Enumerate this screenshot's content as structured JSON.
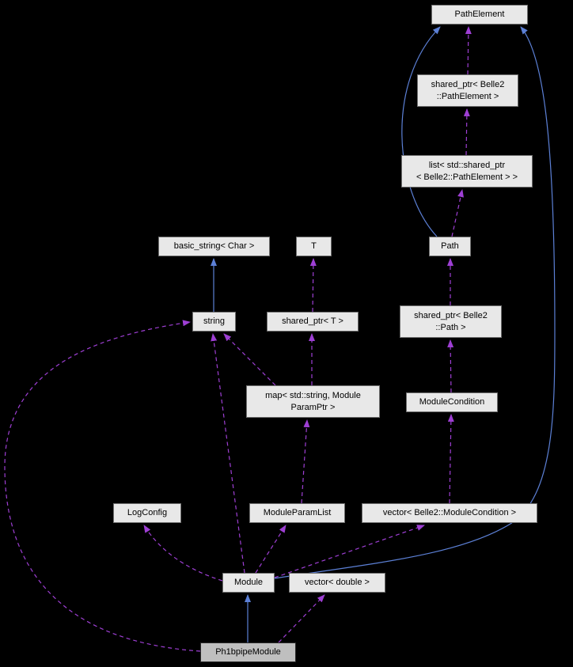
{
  "diagram": {
    "type": "collaboration-graph",
    "colors": {
      "background": "#000000",
      "node_fill": "#e8e8e8",
      "node_fill_highlight": "#bfbfbf",
      "node_border": "#6e6e6e",
      "node_border_highlight": "#2a2a2a",
      "edge_uses": "#9e3fd4",
      "edge_inherits": "#5c80d6"
    },
    "nodes": {
      "pathelement": {
        "label": "PathElement"
      },
      "sptr_pathelement": {
        "label": "shared_ptr< Belle2\n::PathElement >"
      },
      "list_pathelement": {
        "label": "list< std::shared_ptr\n< Belle2::PathElement > >"
      },
      "path": {
        "label": "Path"
      },
      "basic_string": {
        "label": "basic_string< Char >"
      },
      "t": {
        "label": "T"
      },
      "string": {
        "label": "string"
      },
      "sptr_t": {
        "label": "shared_ptr< T >"
      },
      "sptr_path": {
        "label": "shared_ptr< Belle2\n::Path >"
      },
      "map_param": {
        "label": "map< std::string, Module\nParamPtr >"
      },
      "modulecondition": {
        "label": "ModuleCondition"
      },
      "logconfig": {
        "label": "LogConfig"
      },
      "moduleparamlist": {
        "label": "ModuleParamList"
      },
      "vector_condition": {
        "label": "vector< Belle2::ModuleCondition >"
      },
      "module": {
        "label": "Module"
      },
      "vector_double": {
        "label": "vector< double >"
      },
      "ph1bpipemodule": {
        "label": "Ph1bpipeModule"
      }
    },
    "edges": [
      {
        "from": "sptr_pathelement",
        "to": "pathelement",
        "kind": "uses"
      },
      {
        "from": "list_pathelement",
        "to": "sptr_pathelement",
        "kind": "uses"
      },
      {
        "from": "path",
        "to": "list_pathelement",
        "kind": "uses"
      },
      {
        "from": "sptr_path",
        "to": "path",
        "kind": "uses"
      },
      {
        "from": "modulecondition",
        "to": "sptr_path",
        "kind": "uses"
      },
      {
        "from": "vector_condition",
        "to": "modulecondition",
        "kind": "uses"
      },
      {
        "from": "sptr_t",
        "to": "t",
        "kind": "uses"
      },
      {
        "from": "map_param",
        "to": "sptr_t",
        "kind": "uses"
      },
      {
        "from": "map_param",
        "to": "string",
        "kind": "uses"
      },
      {
        "from": "moduleparamlist",
        "to": "map_param",
        "kind": "uses"
      },
      {
        "from": "module",
        "to": "moduleparamlist",
        "kind": "uses"
      },
      {
        "from": "module",
        "to": "string",
        "kind": "uses"
      },
      {
        "from": "module",
        "to": "logconfig",
        "kind": "uses"
      },
      {
        "from": "module",
        "to": "vector_condition",
        "kind": "uses"
      },
      {
        "from": "ph1bpipemodule",
        "to": "vector_double",
        "kind": "uses"
      },
      {
        "from": "ph1bpipemodule",
        "to": "string",
        "kind": "uses"
      },
      {
        "from": "string",
        "to": "basic_string",
        "kind": "inherits"
      },
      {
        "from": "ph1bpipemodule",
        "to": "module",
        "kind": "inherits"
      },
      {
        "from": "path",
        "to": "pathelement",
        "kind": "inherits"
      },
      {
        "from": "module",
        "to": "pathelement",
        "kind": "inherits"
      }
    ]
  }
}
